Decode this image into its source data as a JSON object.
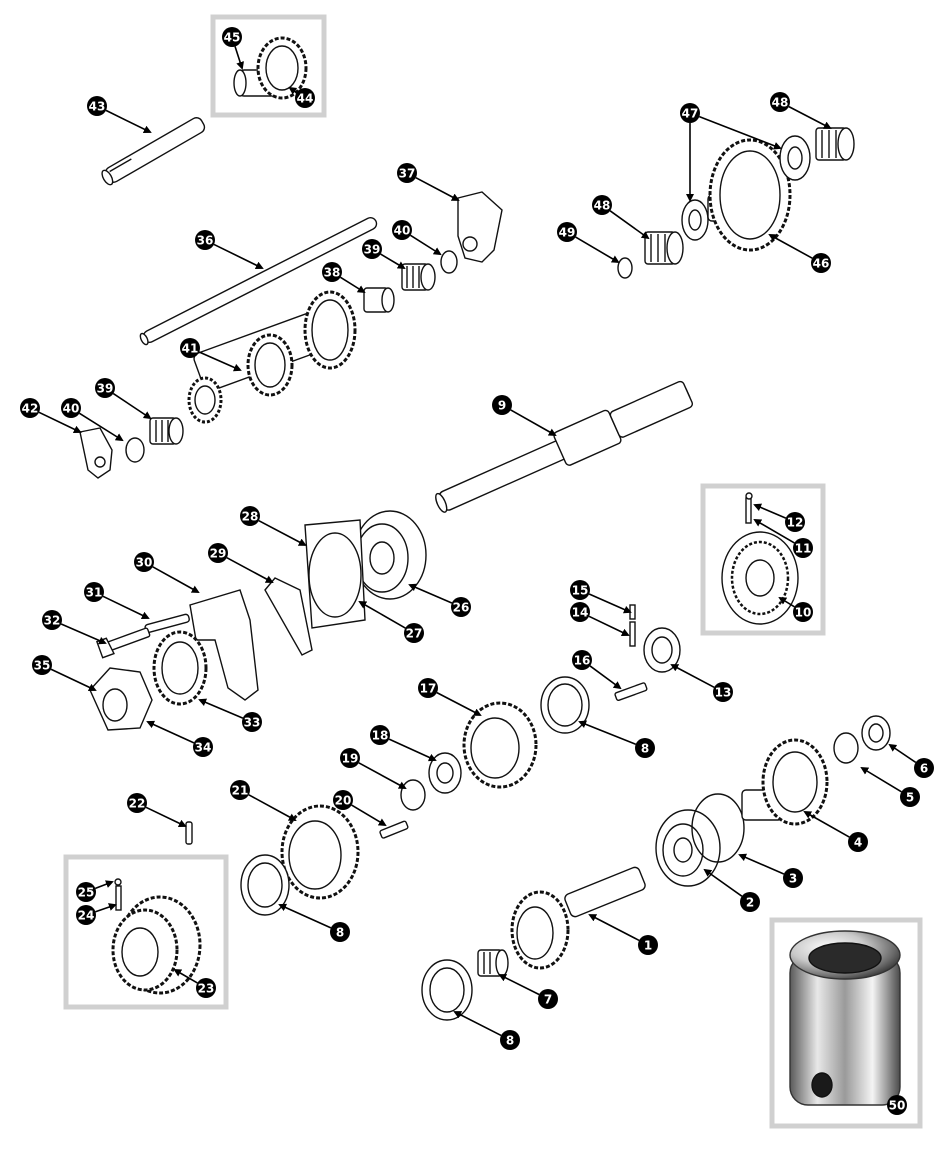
{
  "callouts": [
    "1",
    "2",
    "3",
    "4",
    "5",
    "6",
    "7",
    "8",
    "8",
    "8",
    "9",
    "10",
    "11",
    "12",
    "13",
    "14",
    "15",
    "16",
    "17",
    "18",
    "19",
    "20",
    "21",
    "22",
    "23",
    "24",
    "25",
    "26",
    "27",
    "28",
    "29",
    "30",
    "31",
    "32",
    "33",
    "34",
    "35",
    "36",
    "37",
    "38",
    "39",
    "39",
    "40",
    "40",
    "41",
    "42",
    "43",
    "44",
    "45",
    "46",
    "47",
    "48",
    "48",
    "49",
    "50"
  ]
}
